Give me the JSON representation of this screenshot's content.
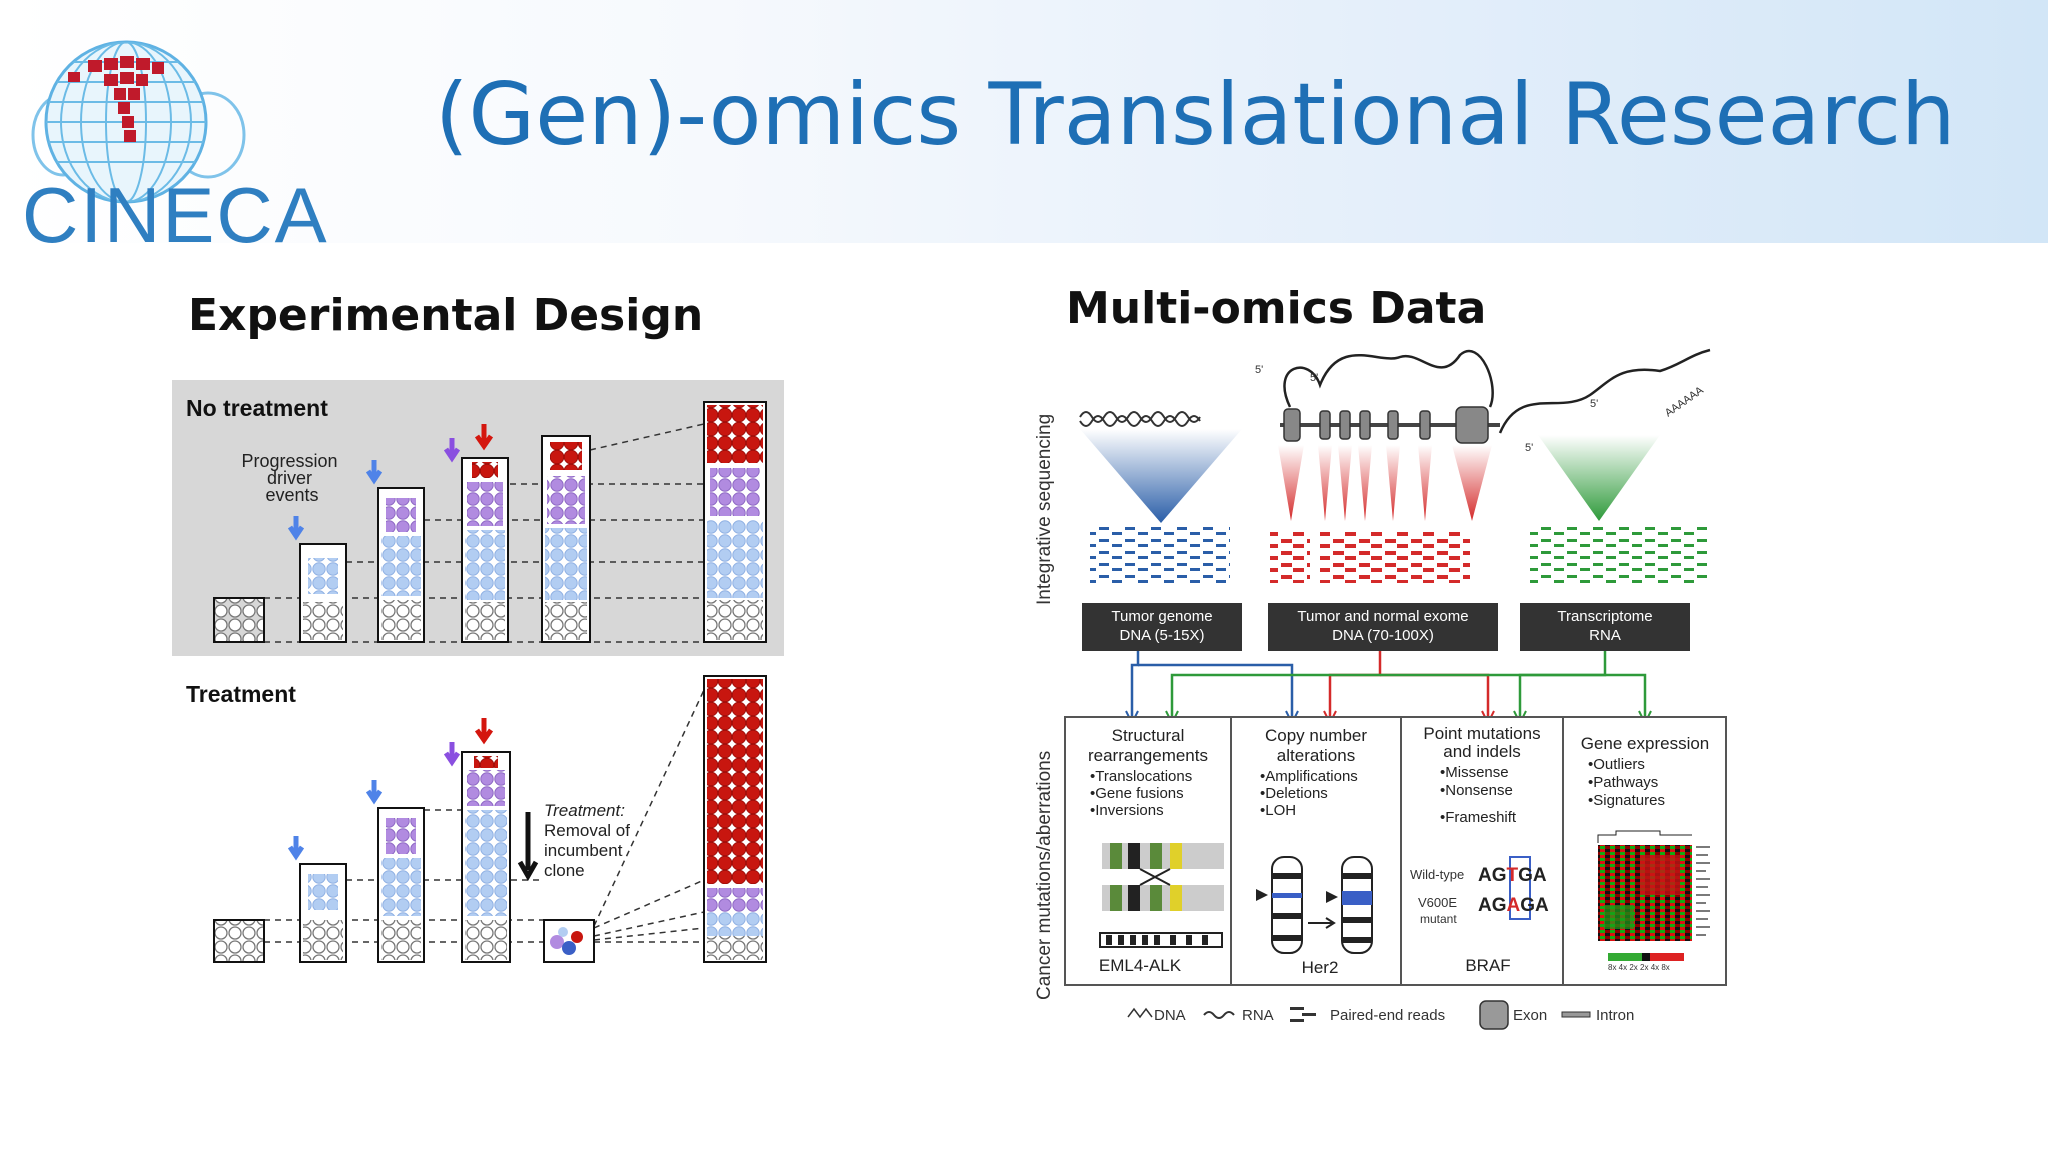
{
  "slide": {
    "title": "(Gen)-omics Translational Research",
    "logo_text": "CINECA"
  },
  "left_panel": {
    "heading": "Experimental Design",
    "no_treatment_label": "No treatment",
    "driver_label": [
      "Progression",
      "driver",
      "events"
    ],
    "treatment_label": "Treatment",
    "treatment_note": [
      "Treatment:",
      "Removal of",
      "incumbent",
      "clone"
    ]
  },
  "right_panel": {
    "heading": "Multi-omics Data",
    "side_label_top": "Integrative sequencing",
    "side_label_bottom": "Cancer mutations/aberrations",
    "seq_boxes": [
      {
        "line1": "Tumor genome",
        "line2": "DNA (5-15X)"
      },
      {
        "line1": "Tumor and normal exome",
        "line2": "DNA  (70-100X)"
      },
      {
        "line1": "Transcriptome",
        "line2": "RNA"
      }
    ],
    "panels": [
      {
        "title": [
          "Structural",
          "rearrangements"
        ],
        "items": [
          "•Translocations",
          "•Gene fusions",
          "•Inversions"
        ],
        "footer": "EML4-ALK"
      },
      {
        "title": [
          "Copy number",
          "alterations"
        ],
        "items": [
          "•Amplifications",
          "•Deletions",
          "•LOH"
        ],
        "footer": "Her2"
      },
      {
        "title": [
          "Point mutations",
          "and indels"
        ],
        "items": [
          "•Missense",
          "•Nonsense",
          "•Frameshift"
        ],
        "footer": "BRAF"
      },
      {
        "title": [
          "Gene expression"
        ],
        "items": [
          "•Outliers",
          "•Pathways",
          "•Signatures"
        ],
        "footer": ""
      }
    ],
    "point_mut": {
      "wt_label": "Wild-type",
      "wt_seq": [
        "AG",
        "T",
        "GA"
      ],
      "mut_label": [
        "V600E",
        "mutant"
      ],
      "mut_seq": [
        "AG",
        "A",
        "GA"
      ]
    },
    "heatmap_axis": "8x 4x 2x  2x 4x 8x",
    "legend": [
      "DNA",
      "RNA",
      "Paired-end reads",
      "Exon",
      "Intron"
    ],
    "five_prime": "5'",
    "poly_a": "AAAAAA"
  },
  "colors": {
    "title_blue": "#1e6fb5",
    "dna_blue": "#2a5ea8",
    "exome_red": "#d42a2a",
    "rna_green": "#2e9a3a",
    "tumor_red": "#c4110d",
    "clone_purple": "#a47ad9",
    "clone_lightblue": "#a9c5f0"
  }
}
